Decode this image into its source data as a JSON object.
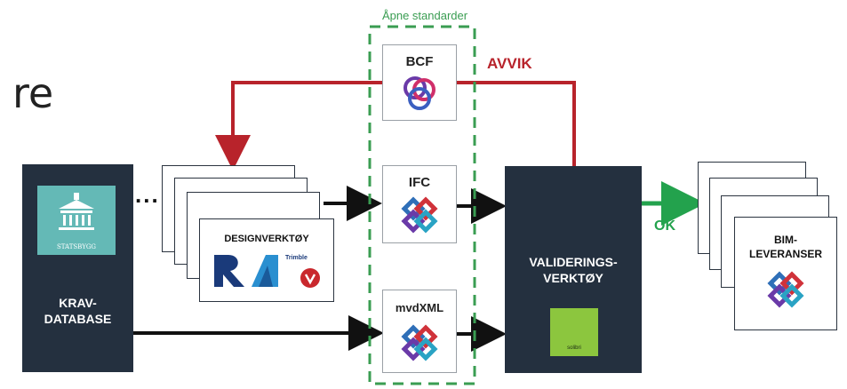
{
  "partial_text": "re",
  "open_standards_label": "Åpne standarder",
  "deviation_label": "AVVIK",
  "ok_label": "OK",
  "krav_database": {
    "logo_text": "STATSBYGG",
    "title_line1": "KRAV-",
    "title_line2": "DATABASE"
  },
  "design_tools": {
    "title": "DESIGNVERKTØY",
    "ellipsis": "...",
    "trimble_text": "Trimble"
  },
  "standards": {
    "bcf": "BCF",
    "ifc": "IFC",
    "mvdxml": "mvdXML"
  },
  "validation_tool": {
    "title_line1": "VALIDERINGS-",
    "title_line2": "VERKTØY",
    "logo_text": "solibri"
  },
  "bim_deliveries": {
    "title_line1": "BIM-",
    "title_line2": "LEVERANSER"
  },
  "colors": {
    "navy": "#24303f",
    "red_arrow": "#b8232b",
    "green_arrow": "#23a24d",
    "dashed_box": "#3a9d52"
  }
}
